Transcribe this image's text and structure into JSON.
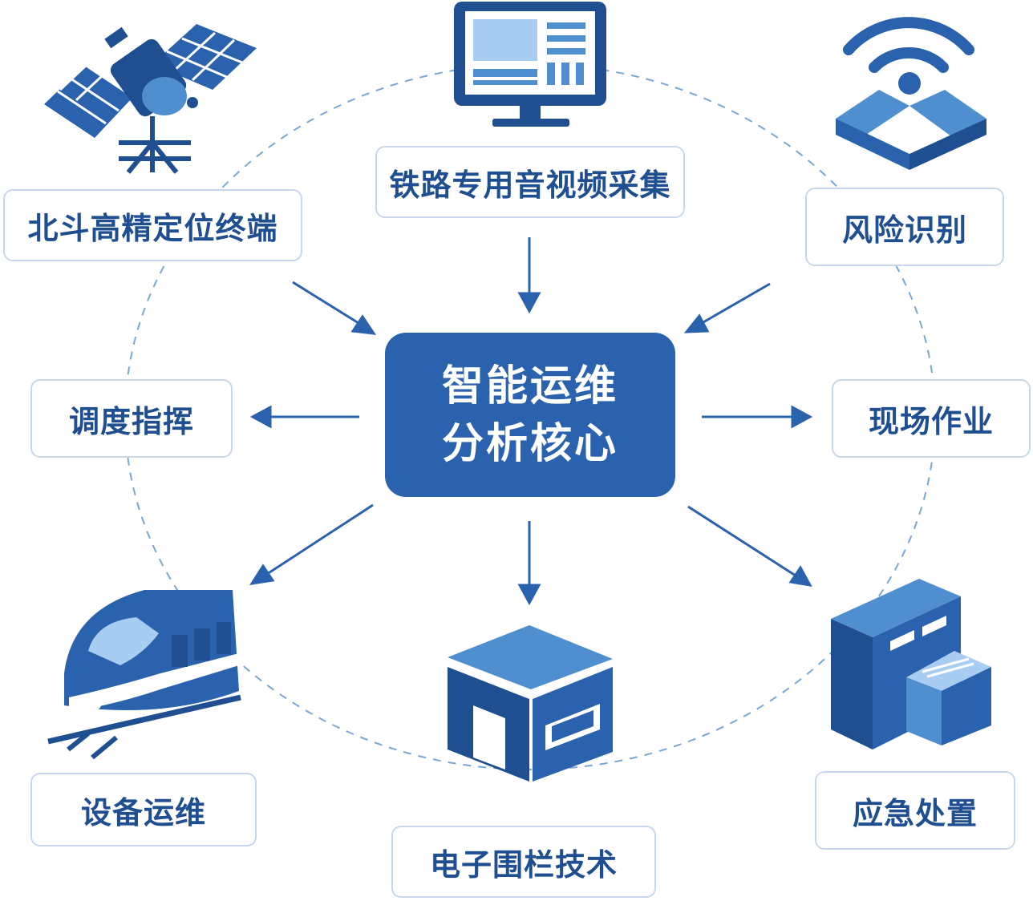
{
  "core": {
    "line1": "智能运维",
    "line2": "分析核心"
  },
  "nodes": {
    "beidou": "北斗高精定位终端",
    "video": "铁路专用音视频采集",
    "risk": "风险识别",
    "dispatch": "调度指挥",
    "field": "现场作业",
    "maintenance": "设备运维",
    "fence": "电子围栏技术",
    "emergency": "应急处置"
  },
  "icons": {
    "beidou": "satellite-icon",
    "video": "monitor-icon",
    "risk": "wireless-box-icon",
    "maintenance": "train-icon",
    "fence": "building-icon",
    "emergency": "warehouse-icon"
  },
  "colors": {
    "primary": "#2b62ad",
    "dark": "#1f4e91",
    "light": "#4f8fd0",
    "pale": "#a9cdf2",
    "border": "#c9d7ea"
  }
}
